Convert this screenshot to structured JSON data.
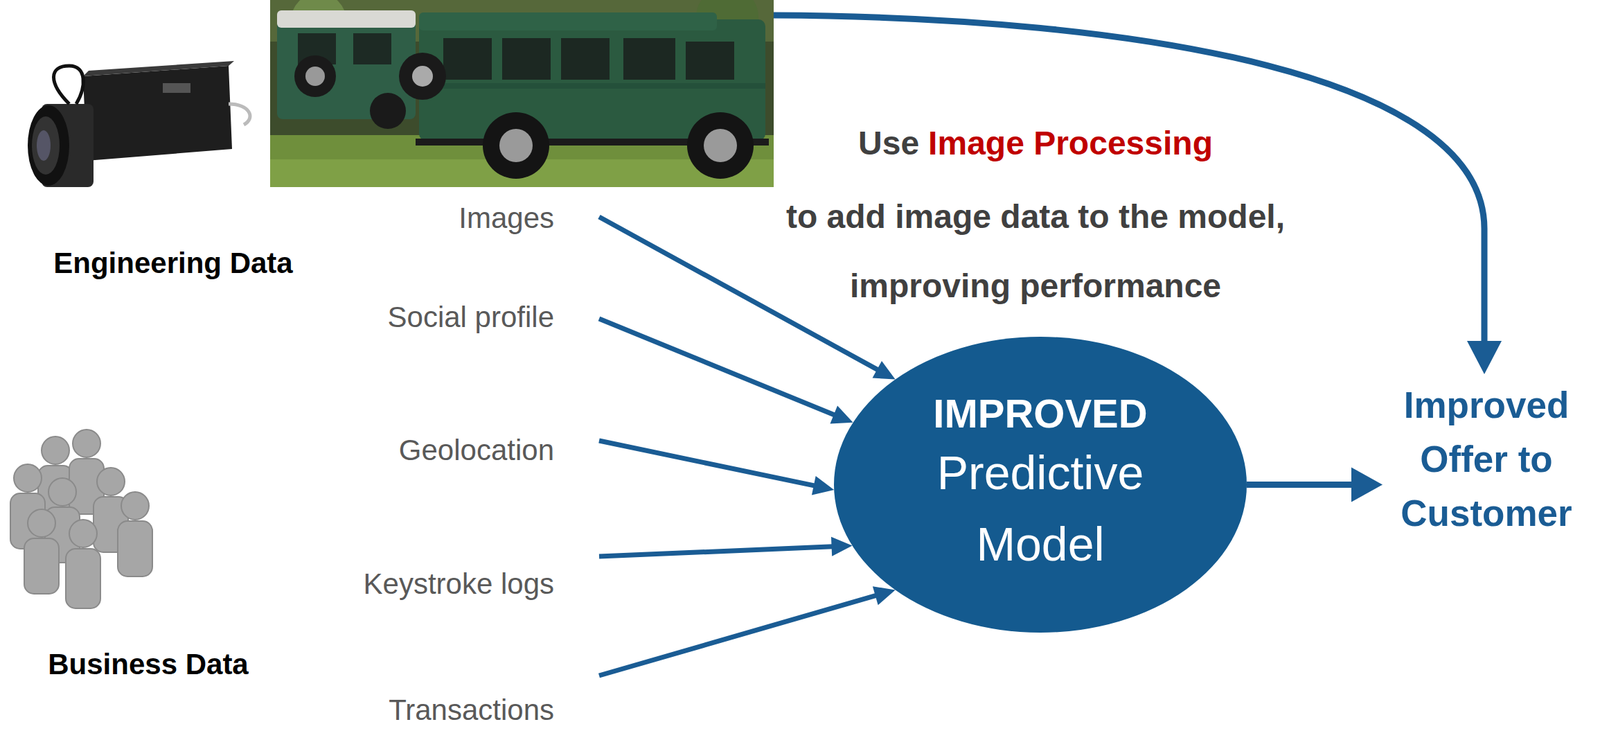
{
  "diagram": {
    "nodes": [
      {
        "text": [
          "Images"
        ]
      },
      {
        "text": [
          "Social profile"
        ]
      },
      {
        "text": [
          "Geolocation"
        ]
      },
      {
        "text": [
          "Keystroke logs"
        ]
      },
      {
        "text": [
          "Transactions"
        ]
      },
      {
        "text": [
          "IMPROVED",
          "Predictive Model"
        ]
      },
      {
        "text": [
          "Improved Offer to Customer"
        ]
      }
    ],
    "edges": [
      {
        "from": 0,
        "to": 5,
        "arrow": "to"
      },
      {
        "from": 1,
        "to": 5,
        "arrow": "to"
      },
      {
        "from": 2,
        "to": 5,
        "arrow": "to"
      },
      {
        "from": 3,
        "to": 5,
        "arrow": "to"
      },
      {
        "from": 4,
        "to": 5,
        "arrow": "to"
      },
      {
        "from": 5,
        "to": 6,
        "arrow": "to"
      }
    ],
    "labels": [
      "Engineering Data",
      "Use",
      "Image Processing",
      "to add image data to the model,",
      "improving performance",
      "Business Data"
    ]
  }
}
